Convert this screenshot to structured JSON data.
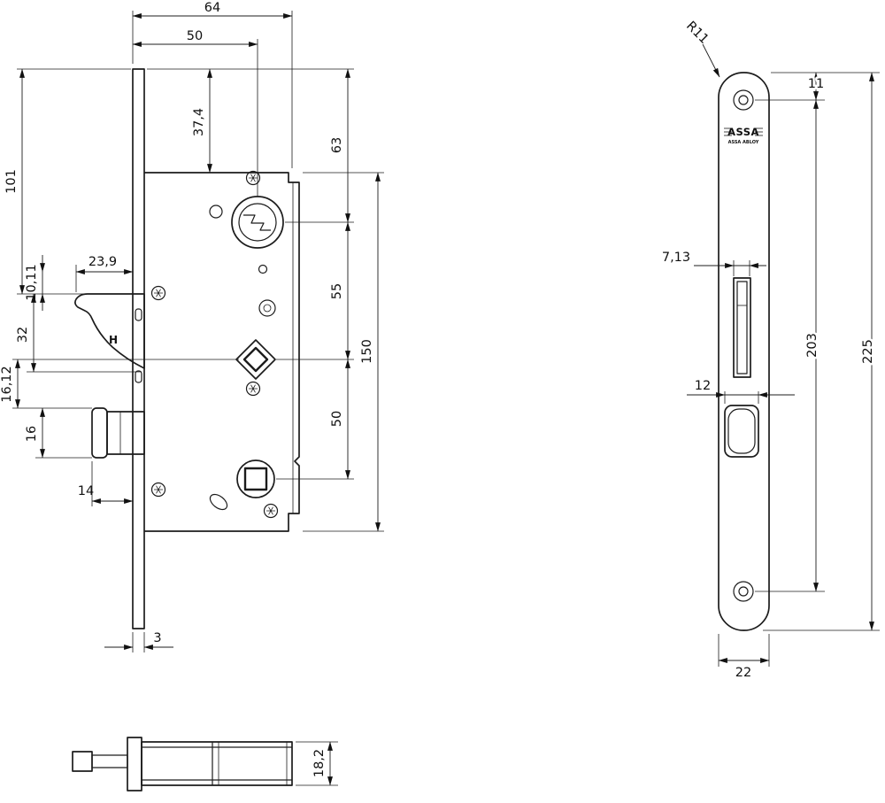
{
  "brand": {
    "name": "ASSA",
    "subname": "ASSA ABLOY"
  },
  "lock_view": {
    "hook_label": "H",
    "dims": {
      "total_depth": "64",
      "backset": "50",
      "d37_4": "37,4",
      "d101": "101",
      "d23_9": "23,9",
      "d10_11": "10,11",
      "d32": "32",
      "d16_12": "16,12",
      "d16": "16",
      "d14": "14",
      "d3": "3",
      "d63": "63",
      "d55": "55",
      "d50": "50",
      "d150": "150"
    }
  },
  "faceplate_view": {
    "dims": {
      "radius": "R11",
      "d11": "11",
      "d7_13": "7,13",
      "d203": "203",
      "d225": "225",
      "d12": "12",
      "d22": "22"
    }
  },
  "side_view": {
    "dims": {
      "d18_2": "18,2"
    }
  }
}
